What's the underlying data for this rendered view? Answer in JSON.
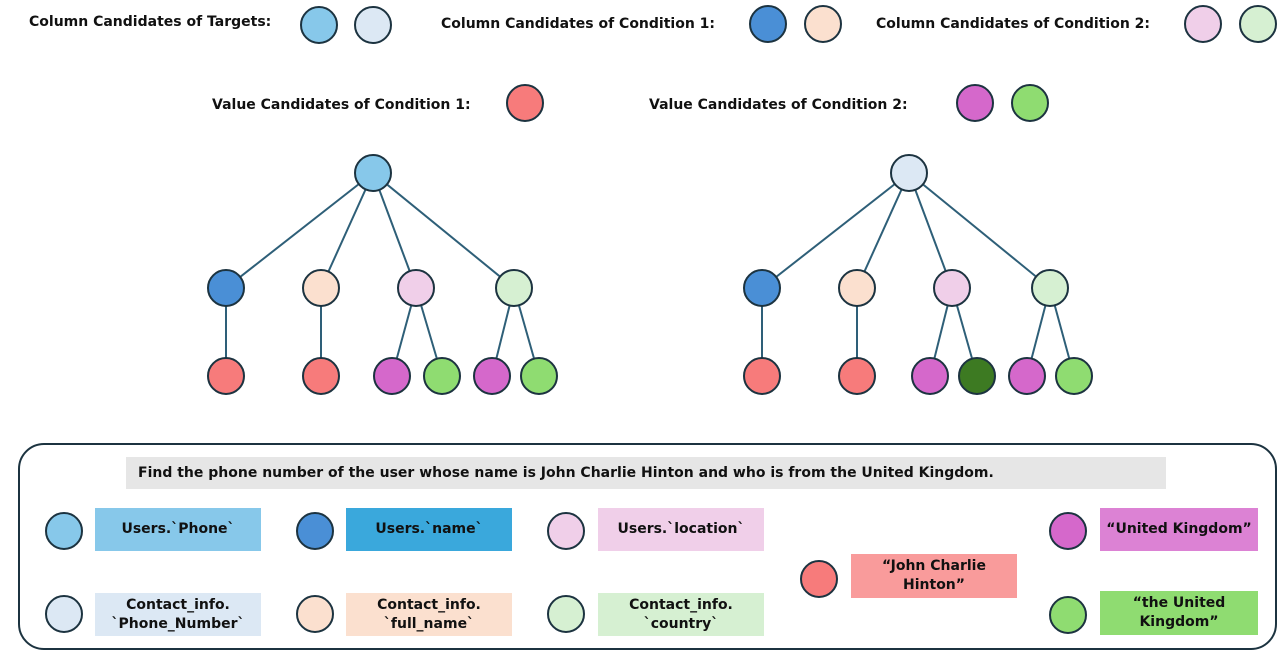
{
  "colors": {
    "target_1": "#87c8ea",
    "target_2": "#dce8f4",
    "cond1_col_1": "#4a8fd6",
    "cond1_col_2": "#fbe0cf",
    "cond2_col_1": "#f0cfe9",
    "cond2_col_2": "#d6f0d2",
    "cond1_val": "#f77b7b",
    "cond2_val_1": "#d568cb",
    "cond2_val_2": "#8fdc71",
    "cond2_val_2_selected": "#3d7a22",
    "edge": "#2e5f78"
  },
  "legend": {
    "targets_label": "Column Candidates of Targets:",
    "cond1_label": "Column Candidates of Condition 1:",
    "cond2_label": "Column Candidates of Condition 2:",
    "cond1_value_label": "Value Candidates of Condition 1:",
    "cond2_value_label": "Value Candidates of Condition 2:"
  },
  "query": "Find the phone number of the user whose name is John Charlie Hinton and who is from the United Kingdom.",
  "mappings": {
    "users_phone": "Users.`Phone`",
    "contact_phone": "Contact_info.\n`Phone_Number`",
    "users_name": "Users.`name`",
    "contact_full_name": "Contact_info.\n`full_name`",
    "users_location": "Users.`location`",
    "contact_country": "Contact_info.\n`country`",
    "john": "“John Charlie\nHinton”",
    "united_kingdom": "“United Kingdom”",
    "the_united_kingdom": "“the United\nKingdom”"
  }
}
